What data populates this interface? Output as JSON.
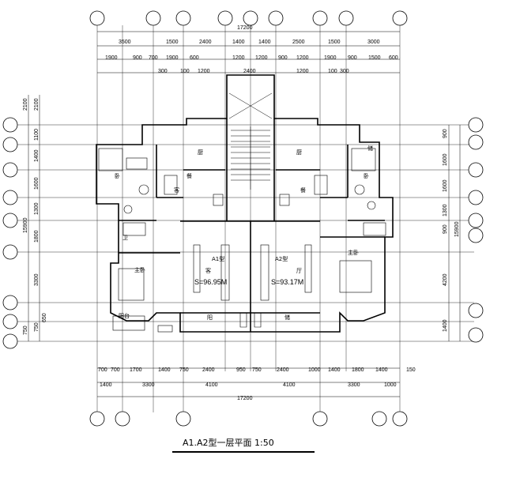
{
  "title": "A1.A2型一层平面 1:50",
  "dims": {
    "top_total": "17200",
    "top_row1": [
      "3500",
      "1500",
      "2400",
      "1400",
      "1400",
      "2500",
      "1500",
      "3000"
    ],
    "top_row2": [
      "1900",
      "900",
      "700",
      "1900",
      "600",
      "1200",
      "1200",
      "900",
      "1200",
      "1900",
      "900",
      "1500",
      "600"
    ],
    "top_row3": [
      "300",
      "100",
      "1200",
      "2400",
      "1200",
      "100",
      "300"
    ],
    "bottom_row1": [
      "700",
      "700",
      "1700",
      "1400",
      "750",
      "2400",
      "950",
      "750",
      "2400",
      "1000",
      "1400",
      "1800",
      "1400",
      "150"
    ],
    "bottom_row2": [
      "1400",
      "3300",
      "4100",
      "4100",
      "3300",
      "1000"
    ],
    "bottom_total": "17200",
    "left_outer": [
      "2100",
      "15900",
      "750"
    ],
    "left_inner": [
      "2100",
      "1100",
      "1400",
      "1600",
      "1300",
      "1800",
      "3300",
      "750",
      "650"
    ],
    "right_inner": [
      "900",
      "1600",
      "1600",
      "1300",
      "900",
      "4200",
      "1400"
    ],
    "right_outer": [
      "15900"
    ]
  },
  "rooms": {
    "unit_a1": "A1型",
    "area_a1": "S=96.95M",
    "unit_a2": "A2型",
    "area_a2": "S=93.17M",
    "labels": [
      "卧",
      "厨",
      "餐",
      "客",
      "阳",
      "厅",
      "储",
      "卫",
      "卧",
      "厨",
      "餐",
      "客",
      "主卧",
      "主卧",
      "阳台",
      "储"
    ]
  }
}
